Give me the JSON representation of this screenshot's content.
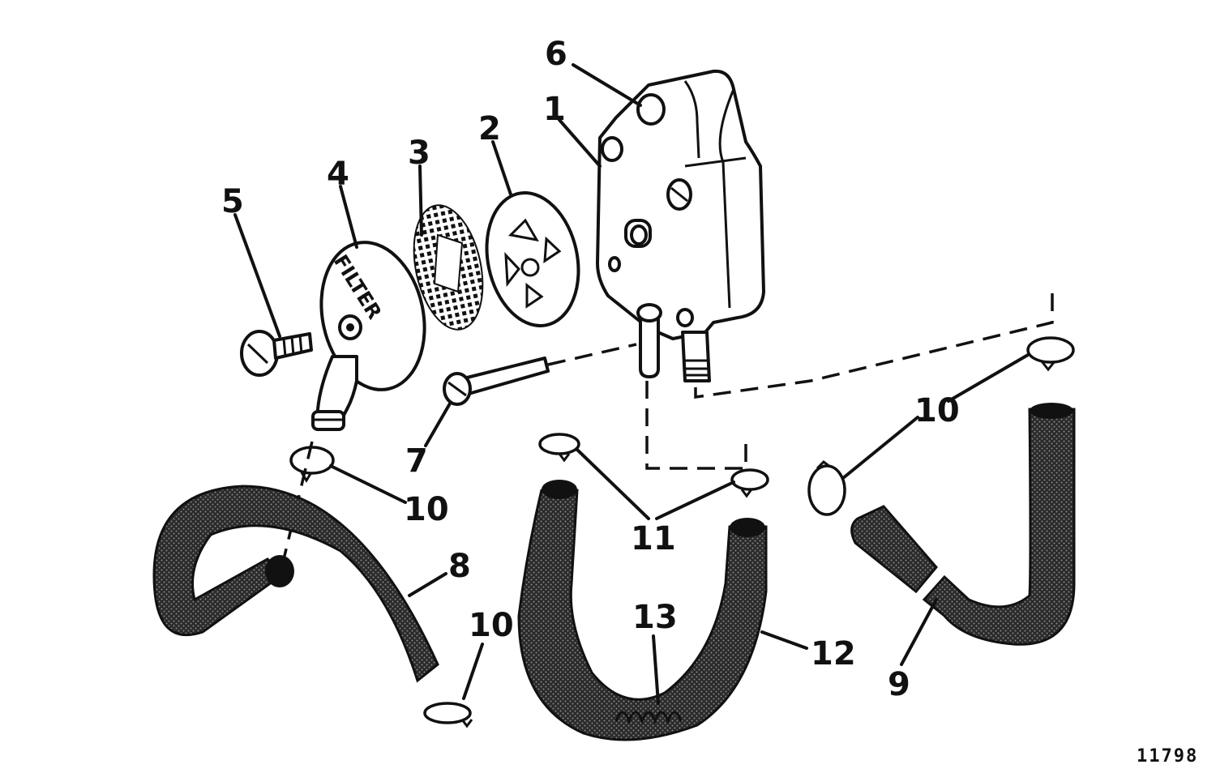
{
  "figure_number": "11798",
  "filter_text": "FILTER",
  "callouts": [
    {
      "id": "c1",
      "label": "1"
    },
    {
      "id": "c2",
      "label": "2"
    },
    {
      "id": "c3",
      "label": "3"
    },
    {
      "id": "c4",
      "label": "4"
    },
    {
      "id": "c5",
      "label": "5"
    },
    {
      "id": "c6",
      "label": "6"
    },
    {
      "id": "c7",
      "label": "7"
    },
    {
      "id": "c8",
      "label": "8"
    },
    {
      "id": "c9",
      "label": "9"
    },
    {
      "id": "c10a",
      "label": "10"
    },
    {
      "id": "c10b",
      "label": "10"
    },
    {
      "id": "c10c",
      "label": "10"
    },
    {
      "id": "c11",
      "label": "11"
    },
    {
      "id": "c12",
      "label": "12"
    },
    {
      "id": "c13",
      "label": "13"
    }
  ]
}
